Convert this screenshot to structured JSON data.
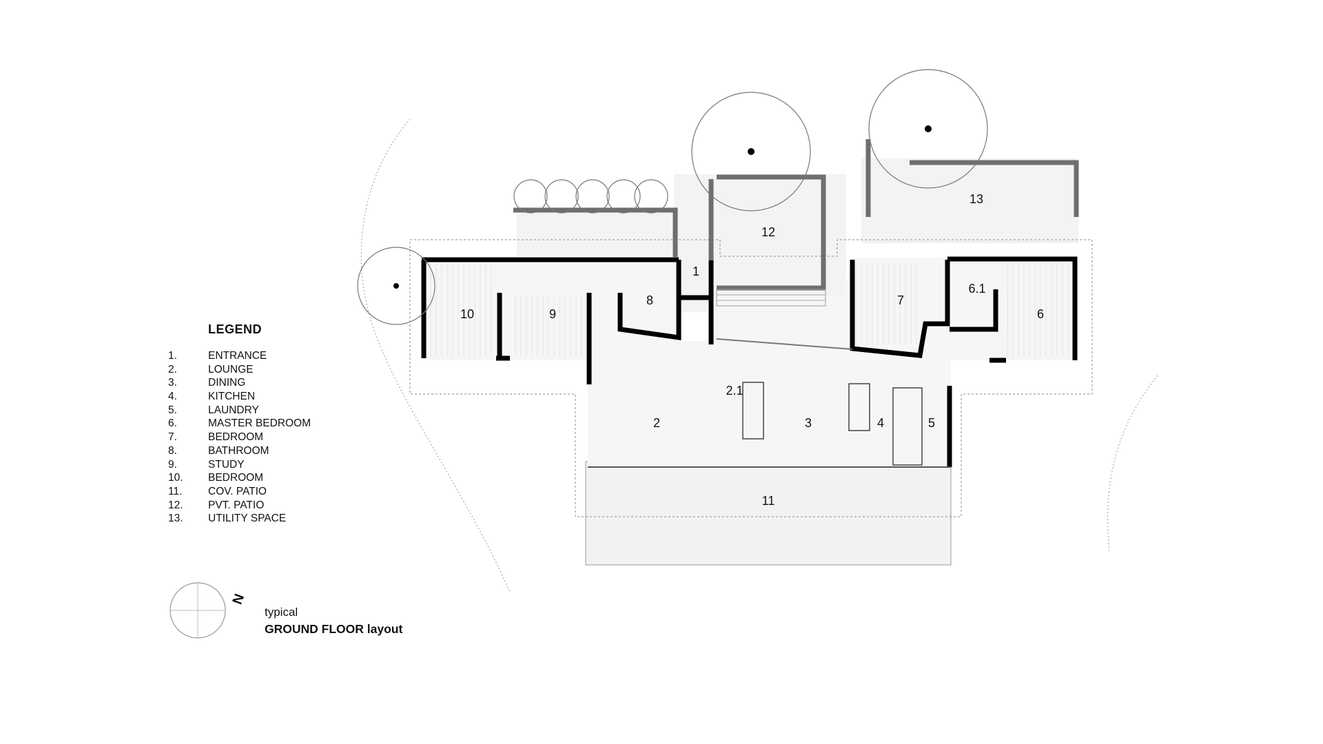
{
  "legend": {
    "title": "LEGEND",
    "items": [
      {
        "num": "1.",
        "label": "ENTRANCE"
      },
      {
        "num": "2.",
        "label": "LOUNGE"
      },
      {
        "num": "3.",
        "label": "DINING"
      },
      {
        "num": "4.",
        "label": "KITCHEN"
      },
      {
        "num": "5.",
        "label": "LAUNDRY"
      },
      {
        "num": "6.",
        "label": "MASTER BEDROOM"
      },
      {
        "num": "7.",
        "label": "BEDROOM"
      },
      {
        "num": "8.",
        "label": "BATHROOM"
      },
      {
        "num": "9.",
        "label": "STUDY"
      },
      {
        "num": "10.",
        "label": "BEDROOM"
      },
      {
        "num": "11.",
        "label": "COV. PATIO"
      },
      {
        "num": "12.",
        "label": "PVT. PATIO"
      },
      {
        "num": "13.",
        "label": "UTILITY SPACE"
      }
    ]
  },
  "caption": {
    "subtitle": "typical",
    "title": "GROUND FLOOR layout"
  },
  "north_arrow": {
    "label": "N"
  },
  "rooms": {
    "r1": "1",
    "r2": "2",
    "r2_1": "2.1",
    "r3": "3",
    "r4": "4",
    "r5": "5",
    "r6": "6",
    "r6_1": "6.1",
    "r7": "7",
    "r8": "8",
    "r9": "9",
    "r10": "10",
    "r11": "11",
    "r12": "12",
    "r13": "13"
  },
  "colors": {
    "wall": "#000000",
    "grey_wall": "#6e6e6e",
    "patio_fill": "#f2f2f2",
    "outline": "#999999"
  }
}
